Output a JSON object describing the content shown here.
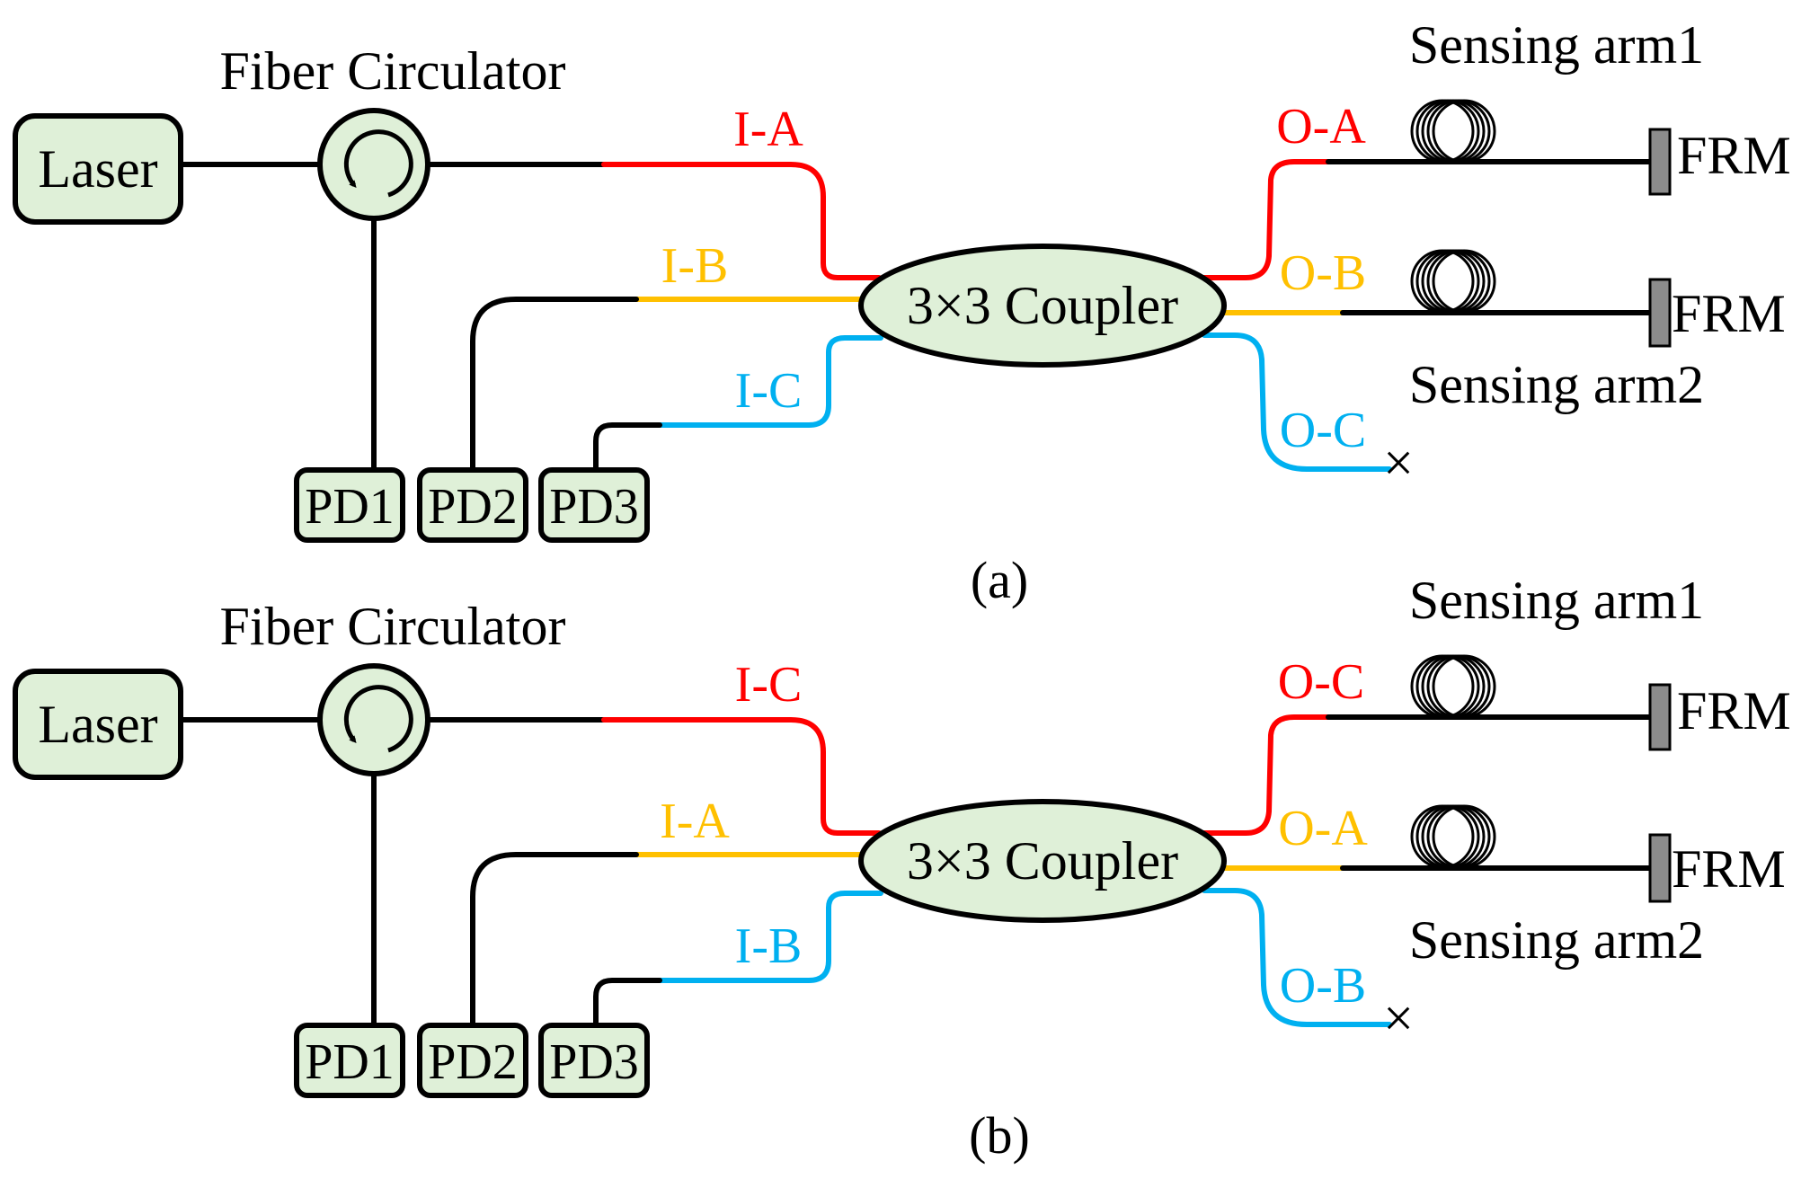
{
  "colors": {
    "red": "#ff0000",
    "yellow": "#ffc000",
    "blue": "#00b0f0",
    "node_fill": "#dff0d8"
  },
  "panels": [
    {
      "caption": "(a)",
      "laser": "Laser",
      "circulator": "Fiber Circulator",
      "coupler": "3×3 Coupler",
      "pds": [
        "PD1",
        "PD2",
        "PD3"
      ],
      "inputs": [
        "I-A",
        "I-B",
        "I-C"
      ],
      "outputs": [
        "O-A",
        "O-B",
        "O-C"
      ],
      "arm1": "Sensing arm1",
      "arm2": "Sensing arm2",
      "frm1": "FRM",
      "frm2": "FRM",
      "terminator": "×"
    },
    {
      "caption": "(b)",
      "laser": "Laser",
      "circulator": "Fiber Circulator",
      "coupler": "3×3 Coupler",
      "pds": [
        "PD1",
        "PD2",
        "PD3"
      ],
      "inputs": [
        "I-C",
        "I-A",
        "I-B"
      ],
      "outputs": [
        "O-C",
        "O-A",
        "O-B"
      ],
      "arm1": "Sensing arm1",
      "arm2": "Sensing arm2",
      "frm1": "FRM",
      "frm2": "FRM",
      "terminator": "×"
    }
  ]
}
